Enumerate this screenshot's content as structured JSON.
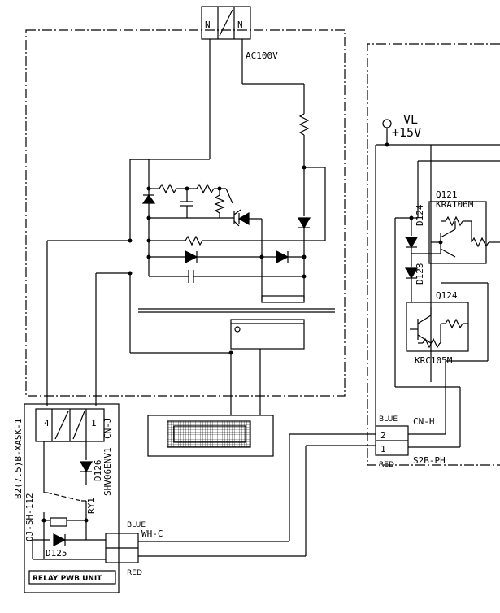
{
  "labels": {
    "ac_voltage": "AC100V",
    "vl": "VL",
    "vl_voltage": "+15V",
    "q121": "Q121",
    "q121_part": "KRA106M",
    "q124": "Q124",
    "q124_part": "KRC105M",
    "d124": "D124",
    "d123": "D123",
    "d126": "D126",
    "d125": "D125",
    "ry1": "RY1",
    "relay_model_a": "B2(7.5)B-XASK-1",
    "relay_model_b": "OJ-SH-112",
    "diode_model": "SHV06ENV1",
    "cnj": "CN-J",
    "cnh": "CN-H",
    "s2bph": "S2B-PH",
    "whc": "WH-C",
    "relay_unit": "RELAY PWB UNIT",
    "pin4": "4",
    "pin1_relay": "1",
    "pin2_cnh": "2",
    "pin1_cnh": "1",
    "n_left": "N",
    "n_right": "N",
    "blue_cnh": "BLUE",
    "red_cnh": "RED",
    "blue_whc": "BLUE",
    "red_whc": "RED"
  },
  "colors": {
    "line": "#000000",
    "background": "#ffffff"
  }
}
